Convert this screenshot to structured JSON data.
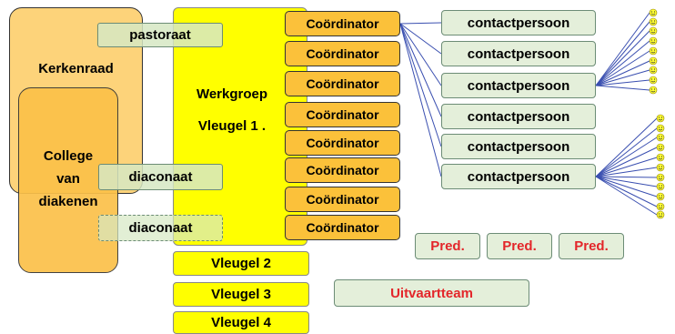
{
  "kerkenraad": "Kerkenraad",
  "college_lines": [
    "College",
    "van",
    "diakenen"
  ],
  "werkgroep_lines": [
    "Werkgroep",
    "Vleugel 1 ."
  ],
  "pastoraat": "pastoraat",
  "diaconaat_1": "diaconaat",
  "diaconaat_2": "diaconaat",
  "coordinators": [
    "Coördinator",
    "Coördinator",
    "Coördinator",
    "Coördinator",
    "Coördinator",
    "Coördinator",
    "Coördinator",
    "Coördinator"
  ],
  "contacts": [
    "contactpersoon",
    "contactpersoon",
    "contactpersoon",
    "contactpersoon",
    "contactpersoon",
    "contactpersoon"
  ],
  "vleugels": [
    "Vleugel 2",
    "Vleugel 3",
    "Vleugel 4"
  ],
  "preds": [
    "Pred.",
    "Pred.",
    "Pred."
  ],
  "uitvaartteam": "Uitvaartteam",
  "colors": {
    "orange": "#fdd37a",
    "yellow": "#ffff00",
    "green": "#e4efda",
    "red": "#e3262a",
    "line": "#3a4fb0"
  }
}
